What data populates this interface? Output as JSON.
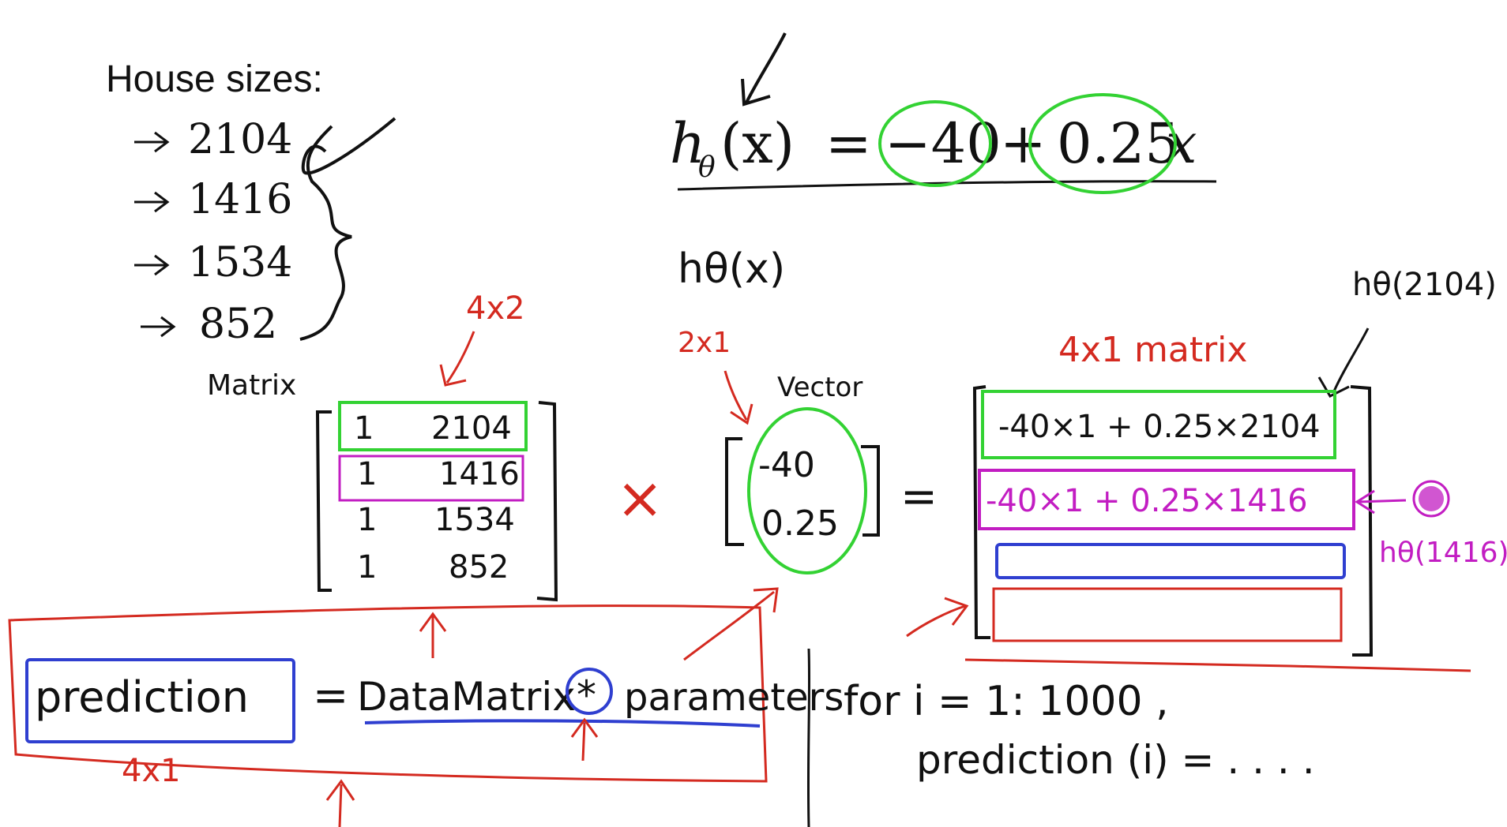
{
  "colors": {
    "ink": "#111111",
    "red": "#d42a20",
    "green": "#33d233",
    "magenta": "#c21dc2",
    "blue": "#2f3fd0"
  },
  "house_sizes": {
    "title": "House sizes:",
    "values": [
      "2104",
      "1416",
      "1534",
      "852"
    ]
  },
  "hypothesis": {
    "h": "h",
    "theta": "θ",
    "x_paren": "(x)",
    "equals": "=",
    "theta0": "−40",
    "plus": "+",
    "theta1": "0.25",
    "x": "x",
    "handwritten": "hθ(x)"
  },
  "data_matrix": {
    "label": "Matrix",
    "size": "4x2",
    "rows": [
      [
        "1",
        "2104"
      ],
      [
        "1",
        "1416"
      ],
      [
        "1",
        "1534"
      ],
      [
        "1",
        "852"
      ]
    ]
  },
  "operator_times": "×",
  "param_vector": {
    "label": "Vector",
    "size": "2x1",
    "values": [
      "-40",
      "0.25"
    ]
  },
  "operator_equals": "=",
  "result_matrix": {
    "label": "4x1 matrix",
    "row1": "-40×1 + 0.25×2104",
    "row2": "-40×1 + 0.25×1416",
    "annotation_top": "hθ(2104)",
    "annotation_side": "hθ(1416)"
  },
  "code": {
    "prediction": "prediction",
    "equals": "=",
    "data_matrix": "DataMatrix",
    "star": "*",
    "parameters": "parameters",
    "size_note": "4x1"
  },
  "loop": {
    "line1": "for i = 1: 1000 ,",
    "line2": "prediction (i) = . . . ."
  }
}
